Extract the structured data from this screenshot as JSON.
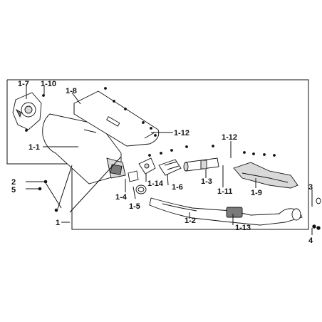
{
  "labels": {
    "l_1_7": "1-7",
    "l_1_10": "1-10",
    "l_1_8": "1-8",
    "l_1_12a": "1-12",
    "l_1_12b": "1-12",
    "l_1_1": "1-1",
    "l_1_14": "1-14",
    "l_1_6": "1-6",
    "l_1_3": "1-3",
    "l_1_11": "1-11",
    "l_1_9": "1-9",
    "l_2": "2",
    "l_5": "5",
    "l_1_4": "1-4",
    "l_1_5": "1-5",
    "l_1": "1",
    "l_1_2": "1-2",
    "l_1_13": "1-13",
    "l_3": "3",
    "l_4": "4"
  },
  "colors": {
    "line": "#111111",
    "part_fill": "#ffffff",
    "shade": "#d9d9d9",
    "dark_shade": "#7a7a7a"
  }
}
